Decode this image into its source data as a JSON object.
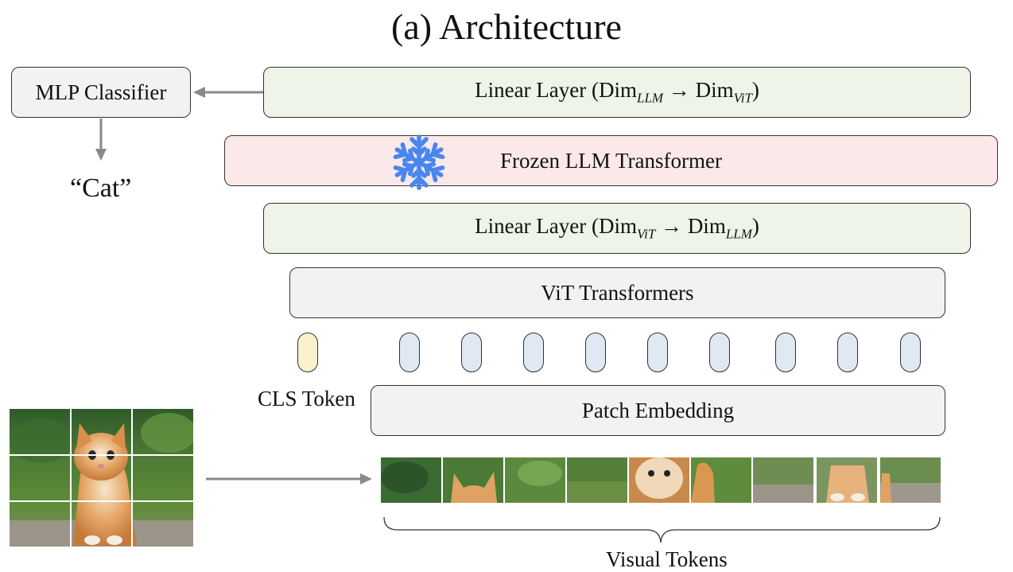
{
  "title": "(a) Architecture",
  "mlp_classifier": {
    "label": "MLP Classifier"
  },
  "output_label": "“Cat”",
  "linear_layer_top": {
    "prefix": "Linear Layer (Dim",
    "sub1": "LLM",
    "arrow": " → Dim",
    "sub2": "ViT",
    "suffix": ")"
  },
  "frozen_llm": {
    "label": "Frozen LLM Transformer",
    "icon": "snowflake-icon",
    "icon_color": "#4a86f0"
  },
  "linear_layer_bottom": {
    "prefix": "Linear Layer (Dim",
    "sub1": "ViT",
    "arrow": " → Dim",
    "sub2": "LLM",
    "suffix": ")"
  },
  "vit_transformers": {
    "label": "ViT Transformers"
  },
  "tokens": {
    "cls_label": "CLS Token",
    "cls_color": "#fbf0cd",
    "patch_color": "#dfe8f3",
    "patch_count": 9
  },
  "patch_embedding": {
    "label": "Patch Embedding"
  },
  "visual_tokens_label": "Visual Tokens",
  "colors": {
    "green_box": "#eef4e7",
    "pink_box": "#fbe9e9",
    "gray_box": "#f2f2f2",
    "arrow": "#8a8a8a"
  }
}
